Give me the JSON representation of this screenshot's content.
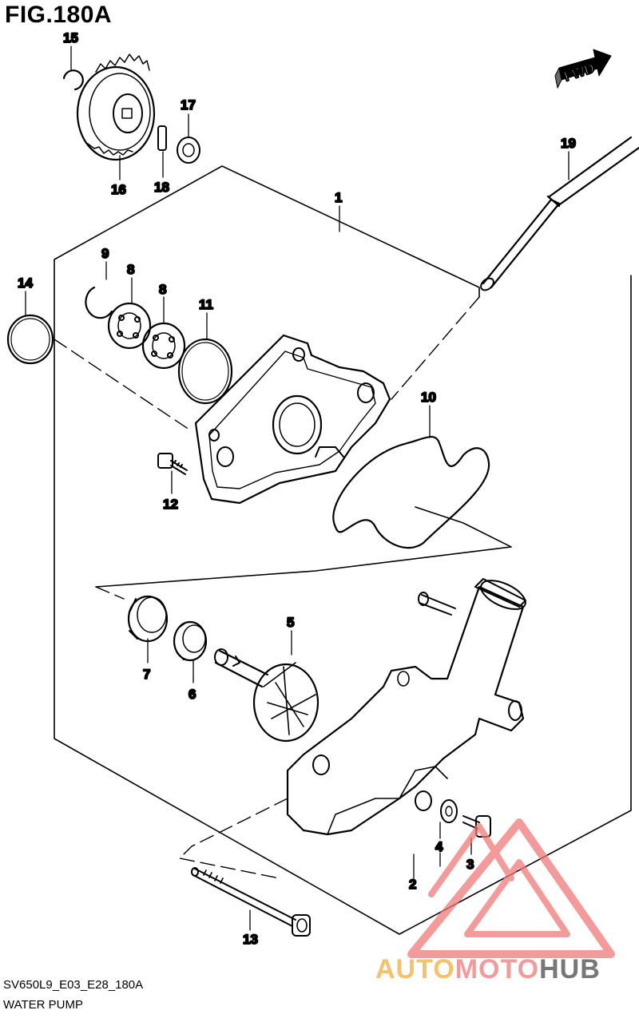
{
  "header": {
    "fig_title": "FIG.180A"
  },
  "fwd_label": "FWD",
  "callouts": {
    "c1": "1",
    "c2": "2",
    "c3": "3",
    "c4": "4",
    "c5": "5",
    "c6": "6",
    "c7": "7",
    "c8a": "8",
    "c8b": "8",
    "c9": "9",
    "c10": "10",
    "c11": "11",
    "c12": "12",
    "c13": "13",
    "c14": "14",
    "c15": "15",
    "c16": "16",
    "c17": "17",
    "c18": "18",
    "c19": "19"
  },
  "footer": {
    "code": "SV650L9_E03_E28_180A",
    "name": "WATER PUMP"
  },
  "watermark": {
    "auto": "AUTO",
    "moto": "MOTO",
    "hub": "HUB",
    "colors": {
      "auto": "#f5c16a",
      "moto": "#f39a9a",
      "hub": "#777777",
      "logo": "#f07a7a"
    }
  }
}
